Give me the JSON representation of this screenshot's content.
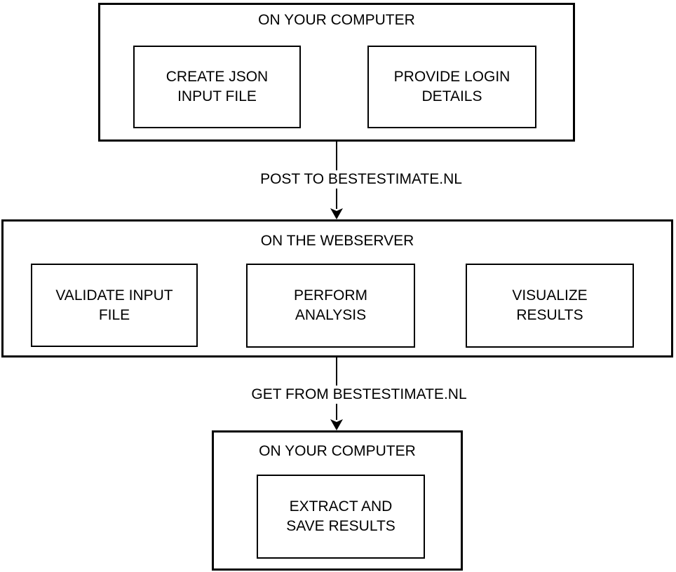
{
  "diagram": {
    "type": "flowchart",
    "colors": {
      "stroke": "#000000",
      "background": "#ffffff",
      "text": "#000000"
    },
    "groups": {
      "top": {
        "title": "ON YOUR COMPUTER",
        "steps": {
          "create_json": "CREATE JSON\nINPUT FILE",
          "provide_login": "PROVIDE LOGIN\nDETAILS"
        }
      },
      "middle": {
        "title": "ON THE WEBSERVER",
        "steps": {
          "validate": "VALIDATE INPUT\nFILE",
          "perform": "PERFORM\nANALYSIS",
          "visualize": "VISUALIZE\nRESULTS"
        }
      },
      "bottom": {
        "title": "ON YOUR COMPUTER",
        "steps": {
          "extract": "EXTRACT AND\nSAVE RESULTS"
        }
      }
    },
    "arrows": {
      "post": {
        "label": "POST TO BESTESTIMATE.NL"
      },
      "get": {
        "label": "GET FROM BESTESTIMATE.NL"
      }
    }
  }
}
